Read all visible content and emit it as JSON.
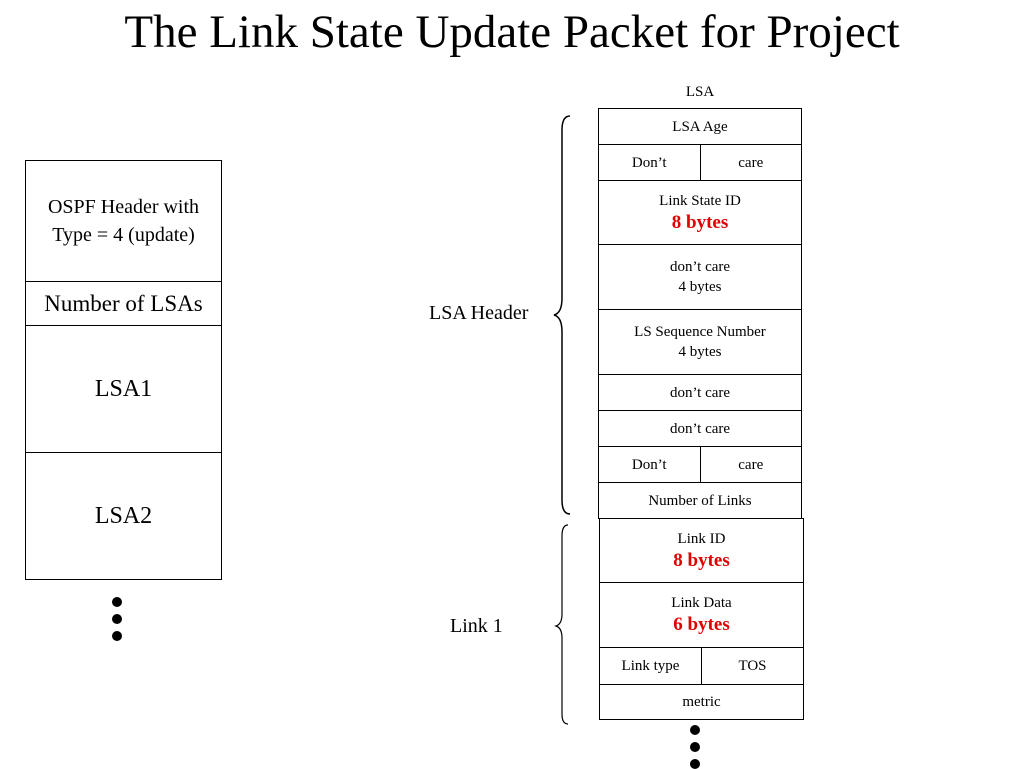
{
  "title": "The Link State Update Packet for Project",
  "update_packet": {
    "ospf_header": [
      "OSPF Header with",
      "Type = 4 (update)"
    ],
    "number_of_lsas": "Number of LSAs",
    "lsa1": "LSA1",
    "lsa2": "LSA2"
  },
  "lsa": {
    "label": "LSA",
    "lsa_age": "LSA Age",
    "dont_care_1": [
      "Don’t",
      "care"
    ],
    "link_state_id": "Link State ID",
    "link_state_id_size": "8 bytes",
    "dont_care_4_bytes": [
      "don’t care",
      "4 bytes"
    ],
    "ls_sequence_number": "LS Sequence Number",
    "ls_sequence_size": "4 bytes",
    "dont_care_2": "don’t care",
    "dont_care_3": "don’t care",
    "dont_care_4": [
      "Don’t",
      "care"
    ],
    "number_of_links": "Number of Links"
  },
  "link": {
    "link_id": "Link ID",
    "link_id_size": "8 bytes",
    "link_data": "Link Data",
    "link_data_size": "6 bytes",
    "link_type": "Link type",
    "tos": "TOS",
    "metric": "metric"
  },
  "labels": {
    "lsa_header": "LSA Header",
    "link1": "Link 1"
  }
}
